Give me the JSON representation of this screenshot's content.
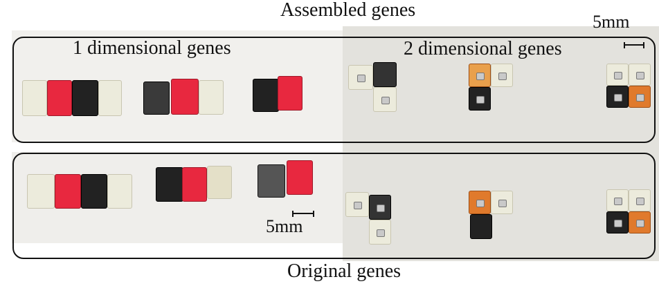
{
  "labels": {
    "assembled": "Assembled genes",
    "original": "Original genes",
    "one_dimensional": "1 dimensional genes",
    "two_dimensional": "2 dimensional genes"
  },
  "scale_bars": {
    "top": "5mm",
    "bottom": "5mm"
  },
  "colors": {
    "white_block": "#ecebdc",
    "red_block": "#e8283f",
    "black_block": "#222222",
    "orange_block": "#e07a2c"
  }
}
